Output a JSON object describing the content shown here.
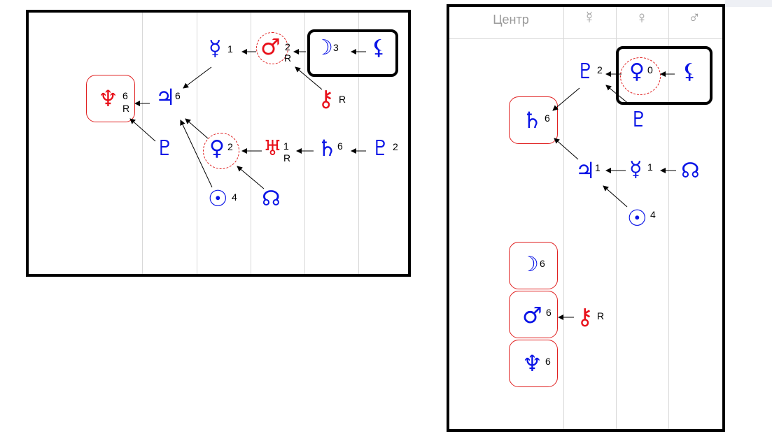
{
  "right_header": {
    "center": "Центр",
    "col_mercury": "☿",
    "col_venus": "♀",
    "col_mars": "♂"
  },
  "left": {
    "mercury": {
      "symbol": "☿",
      "degree": "1"
    },
    "mars": {
      "symbol": "♂",
      "degree": "2",
      "retro": "R"
    },
    "moon": {
      "symbol": "☽",
      "degree": "3"
    },
    "lilith": {
      "symbol": "⚸"
    },
    "neptune": {
      "symbol": "♆",
      "degree": "6",
      "retro": "R"
    },
    "jupiter": {
      "symbol": "♃",
      "degree": "6"
    },
    "chiron": {
      "symbol": "⚷",
      "retro": "R"
    },
    "pluto": {
      "symbol": "♇"
    },
    "venus": {
      "symbol": "♀",
      "degree": "2"
    },
    "uranus": {
      "symbol": "♅",
      "degree": "1",
      "retro": "R"
    },
    "saturn": {
      "symbol": "♄",
      "degree": "6"
    },
    "pluto2": {
      "symbol": "♇",
      "degree": "2"
    },
    "sun": {
      "symbol": "☉",
      "degree": "4"
    },
    "node": {
      "symbol": "☊"
    }
  },
  "right": {
    "pluto2": {
      "symbol": "♇",
      "degree": "2"
    },
    "venus": {
      "symbol": "♀",
      "degree": "0"
    },
    "lilith": {
      "symbol": "⚸"
    },
    "saturn": {
      "symbol": "♄",
      "degree": "6"
    },
    "pluto": {
      "symbol": "♇"
    },
    "jupiter": {
      "symbol": "♃",
      "degree": "1"
    },
    "mercury": {
      "symbol": "☿",
      "degree": "1"
    },
    "node": {
      "symbol": "☊"
    },
    "sun": {
      "symbol": "☉",
      "degree": "4"
    },
    "moon": {
      "symbol": "☽",
      "degree": "6"
    },
    "mars": {
      "symbol": "♂",
      "degree": "6"
    },
    "chiron": {
      "symbol": "⚷",
      "retro": "R"
    },
    "neptune": {
      "symbol": "♆",
      "degree": "6"
    }
  },
  "colors": {
    "blue": "#0a14e6",
    "red": "#e8101a",
    "grid": "#d8d8d8"
  }
}
